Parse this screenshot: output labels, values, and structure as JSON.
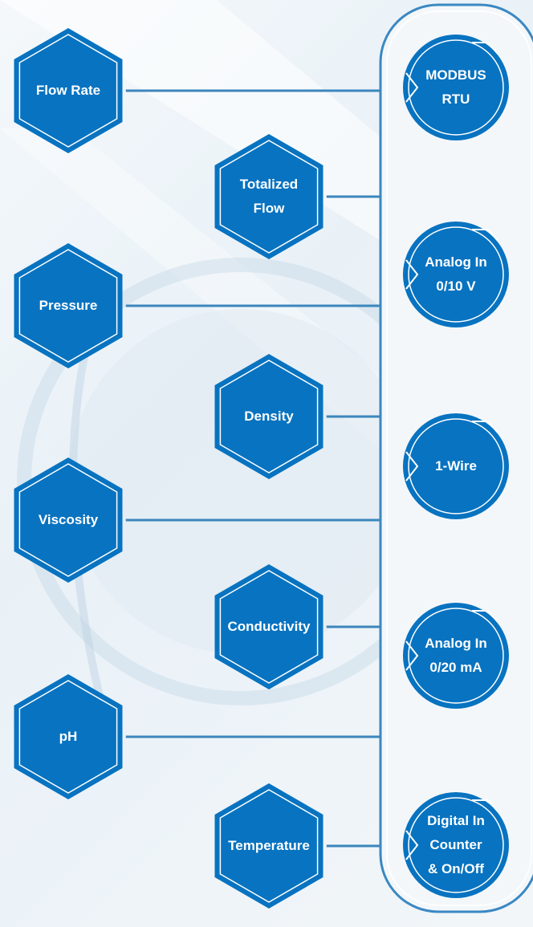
{
  "colors": {
    "primary": "#0873c0",
    "primary_dark": "#0661a6",
    "connector": "#3c86bd",
    "panel_border": "#3a88c2",
    "panel_fill": "#f3f7fa",
    "outline": "#ffffff"
  },
  "measurements": [
    {
      "label": "Flow Rate"
    },
    {
      "label": "Totalized\nFlow"
    },
    {
      "label": "Pressure"
    },
    {
      "label": "Density"
    },
    {
      "label": "Viscosity"
    },
    {
      "label": "Conductivity"
    },
    {
      "label": "pH"
    },
    {
      "label": "Temperature"
    }
  ],
  "interfaces": [
    {
      "label": "MODBUS\nRTU"
    },
    {
      "label": "Analog In\n0/10 V"
    },
    {
      "label": "1-Wire"
    },
    {
      "label": "Analog In\n0/20 mA"
    },
    {
      "label": "Digital In\nCounter\n& On/Off"
    }
  ]
}
